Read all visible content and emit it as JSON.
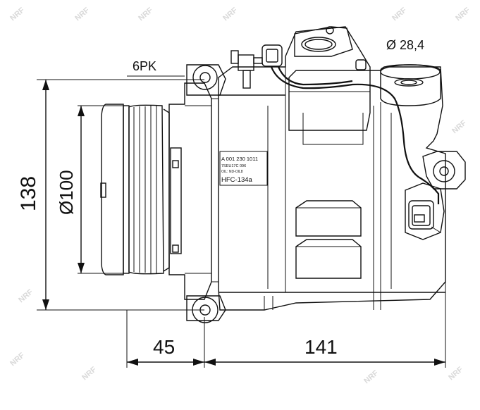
{
  "dimensions": {
    "belt_profile": "6PK",
    "port_diameter": "Ø 28,4",
    "pulley_diameter": "Ø100",
    "height": "138",
    "front_offset": "45",
    "body_length": "141"
  },
  "label": {
    "part_number": "A 001 230 1011",
    "serial": "7SEU17C 096",
    "oil": "OIL: ND-OIL8",
    "refrigerant": "HFC-134a"
  },
  "watermark": "NRF",
  "colors": {
    "line": "#111111",
    "watermark": "#d9d9d9",
    "background": "#ffffff"
  }
}
